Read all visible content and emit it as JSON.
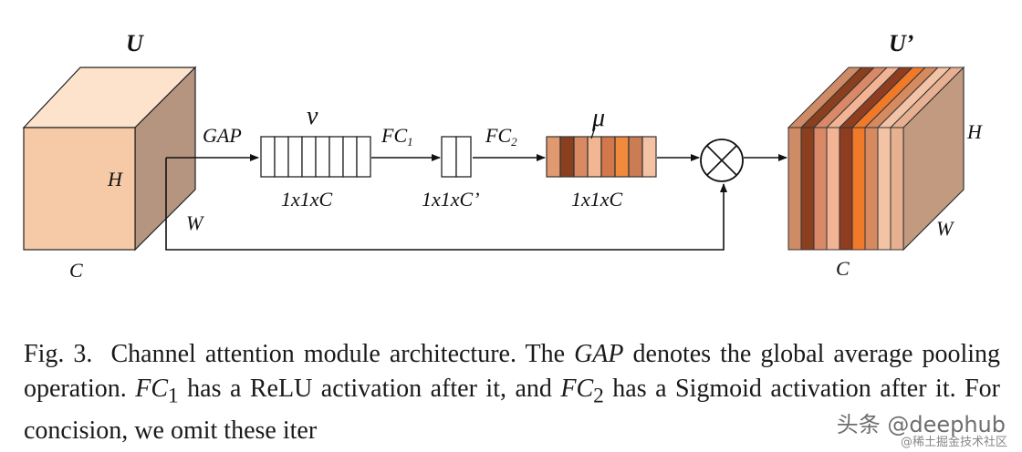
{
  "labels": {
    "U": "U",
    "U_out": "U’",
    "H_left": "H",
    "W_left": "W",
    "C_left": "C",
    "H_right": "H",
    "W_right": "W",
    "C_right": "C",
    "gap": "GAP",
    "v": "v",
    "fc1": "FC",
    "fc1_sub": "1",
    "fc2": "FC",
    "fc2_sub": "2",
    "mu": "μ",
    "dim_v": "1x1xC",
    "dim_fc1": "1x1xC’",
    "dim_mu": "1x1xC",
    "multiply": "⊗"
  },
  "caption": {
    "fig": "Fig. 3.",
    "t1": "Channel attention module architecture. The ",
    "gap": "GAP",
    "t2": " denotes the global average pooling operation. ",
    "fc1": "FC",
    "fc1_sub": "1",
    "t3": " has a ReLU activation after it, and ",
    "fc2": "FC",
    "fc2_sub": "2",
    "t4": " has a Sigmoid activation after it. For concision, we omit these iter"
  },
  "watermark": "头条 @deephub",
  "watermark_sub": "@稀土掘金技术社区",
  "colors": {
    "cube_front": "#f6caa6",
    "cube_top": "#fde2cc",
    "cube_side": "#b59580",
    "mu_cells": [
      "#e19a70",
      "#8a3f1f",
      "#d98a62",
      "#f2b792",
      "#d2784a",
      "#f08a3c",
      "#ca7c55",
      "#f3c1a3"
    ],
    "slab_colors": [
      "#cf8a66",
      "#8a3f1f",
      "#d98868",
      "#f2b494",
      "#8e3d20",
      "#f07a2a",
      "#d68a60",
      "#f3c3a5",
      "#e7b091"
    ],
    "slab_side": "#c29a80",
    "slab_top": "#e8b496"
  }
}
